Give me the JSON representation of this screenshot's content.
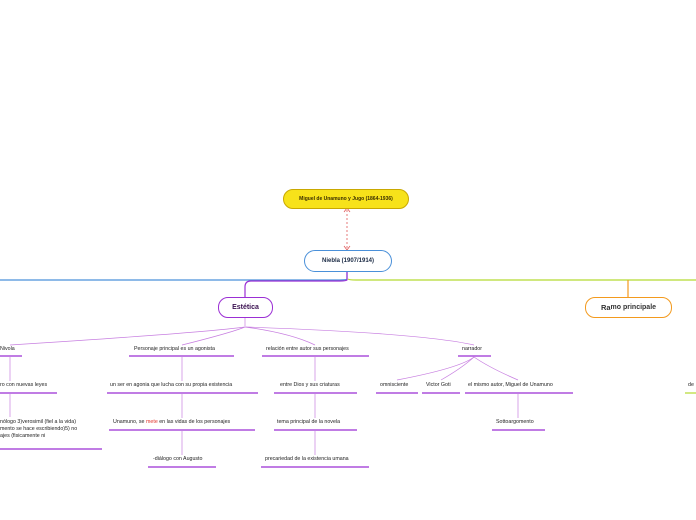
{
  "root": {
    "label": "Miguel de Unamuno y Jugo (1864-1936)"
  },
  "central": {
    "label": "Niebla (1907/1914)"
  },
  "main": {
    "estetica": "Estética",
    "ramo_prefix": "Ra",
    "ramo_suffix": "mo principale"
  },
  "estetica_children": {
    "nivola": "Nivola",
    "personaje": "Personaje principal es un agonista",
    "relacion": "relación entre autor sus personajes",
    "narrador": "narrador"
  },
  "nivola_children": {
    "nuevas_leyes": "ro con nuevas leyes",
    "monologo_line1": "nólogo 3)verosimil (fiel a la vida)",
    "monologo_line2": "mento se hace escribiendo)5) no",
    "monologo_line3": "ajes (fisicamente ni"
  },
  "personaje_children": {
    "agonia": "un ser en agonia que lucha con su propia existencia",
    "unamuno_prefix": "Unamuno, se ",
    "unamuno_highlight": "mete",
    "unamuno_suffix": " en las vidas de los personajes",
    "dialogo": "-diálogo con Augusto"
  },
  "relacion_children": {
    "dios": "entre Dios y sus criaturas",
    "tema": "tema principal de la novela",
    "precariedad": "precariedad de la existencia umana"
  },
  "narrador_children": {
    "omnisciente": "omnisciente",
    "victor": "Victor Goti",
    "autor": "el mismo autor, Miguel de Unamuno",
    "sottoargomento": "Sottoargomento"
  },
  "right_partial": {
    "label": "de"
  },
  "colors": {
    "root_fill": "#f7e21a",
    "connector_dashed": "#e05a5a",
    "blue_branch": "#4a90d9",
    "green_branch": "#b5d930",
    "purple_branch": "#9b2fd4",
    "orange_branch": "#f39a1e"
  }
}
